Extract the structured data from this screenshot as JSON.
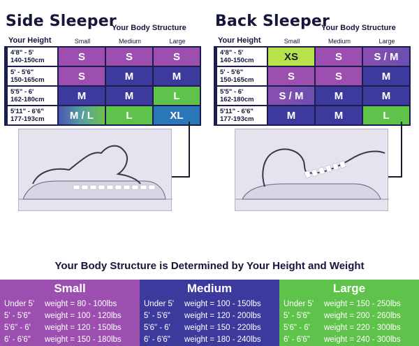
{
  "side": {
    "title": "Side Sleeper",
    "subtitle": "Your Body Structure",
    "height_header": "Your Height",
    "columns": [
      "Small",
      "Medium",
      "Large"
    ],
    "rows": [
      {
        "height": [
          "4'8\" - 5'",
          "140-150cm"
        ],
        "sizes": [
          "S",
          "S",
          "S"
        ]
      },
      {
        "height": [
          "5' - 5'6\"",
          "150-165cm"
        ],
        "sizes": [
          "S",
          "M",
          "M"
        ]
      },
      {
        "height": [
          "5'5\" - 6'",
          "162-180cm"
        ],
        "sizes": [
          "M",
          "M",
          "L"
        ]
      },
      {
        "height": [
          "5'11\" - 6'6\"",
          "177-193cm"
        ],
        "sizes": [
          "M / L",
          "L",
          "XL"
        ]
      }
    ]
  },
  "back": {
    "title": "Back Sleeper",
    "subtitle": "Your Body Structure",
    "height_header": "Your Height",
    "columns": [
      "Small",
      "Medium",
      "Large"
    ],
    "rows": [
      {
        "height": [
          "4'8\" - 5'",
          "140-150cm"
        ],
        "sizes": [
          "XS",
          "S",
          "S / M"
        ]
      },
      {
        "height": [
          "5' - 5'6\"",
          "150-165cm"
        ],
        "sizes": [
          "S",
          "S",
          "M"
        ]
      },
      {
        "height": [
          "5'5\" - 6'",
          "162-180cm"
        ],
        "sizes": [
          "S / M",
          "M",
          "M"
        ]
      },
      {
        "height": [
          "5'11\" - 6'6\"",
          "177-193cm"
        ],
        "sizes": [
          "M",
          "M",
          "L"
        ]
      }
    ]
  },
  "weight_title": "Your Body Structure is Determined by Your Height and Weight",
  "bands": [
    {
      "name": "Small",
      "rows": [
        {
          "h": "Under 5'",
          "w": "weight =   80 - 100lbs"
        },
        {
          "h": "5' - 5'6\"",
          "w": "weight = 100 - 120lbs"
        },
        {
          "h": "5'6\" - 6'",
          "w": "weight = 120 - 150lbs"
        },
        {
          "h": "6' - 6'6\"",
          "w": "weight = 150 - 180lbs"
        }
      ]
    },
    {
      "name": "Medium",
      "rows": [
        {
          "h": "Under 5'",
          "w": "weight = 100 - 150lbs"
        },
        {
          "h": "5' - 5'6\"",
          "w": "weight = 120 - 200lbs"
        },
        {
          "h": "5'6\" - 6'",
          "w": "weight = 150 - 220lbs"
        },
        {
          "h": "6' - 6'6\"",
          "w": "weight = 180 - 240lbs"
        }
      ]
    },
    {
      "name": "Large",
      "rows": [
        {
          "h": "Under 5'",
          "w": "weight = 150 - 250lbs"
        },
        {
          "h": "5' - 5'6\"",
          "w": "weight = 200 - 260lbs"
        },
        {
          "h": "5'6\" - 6'",
          "w": "weight = 220 - 300lbs"
        },
        {
          "h": "6' - 6'6\"",
          "w": "weight = 240 - 300lbs"
        }
      ]
    }
  ]
}
